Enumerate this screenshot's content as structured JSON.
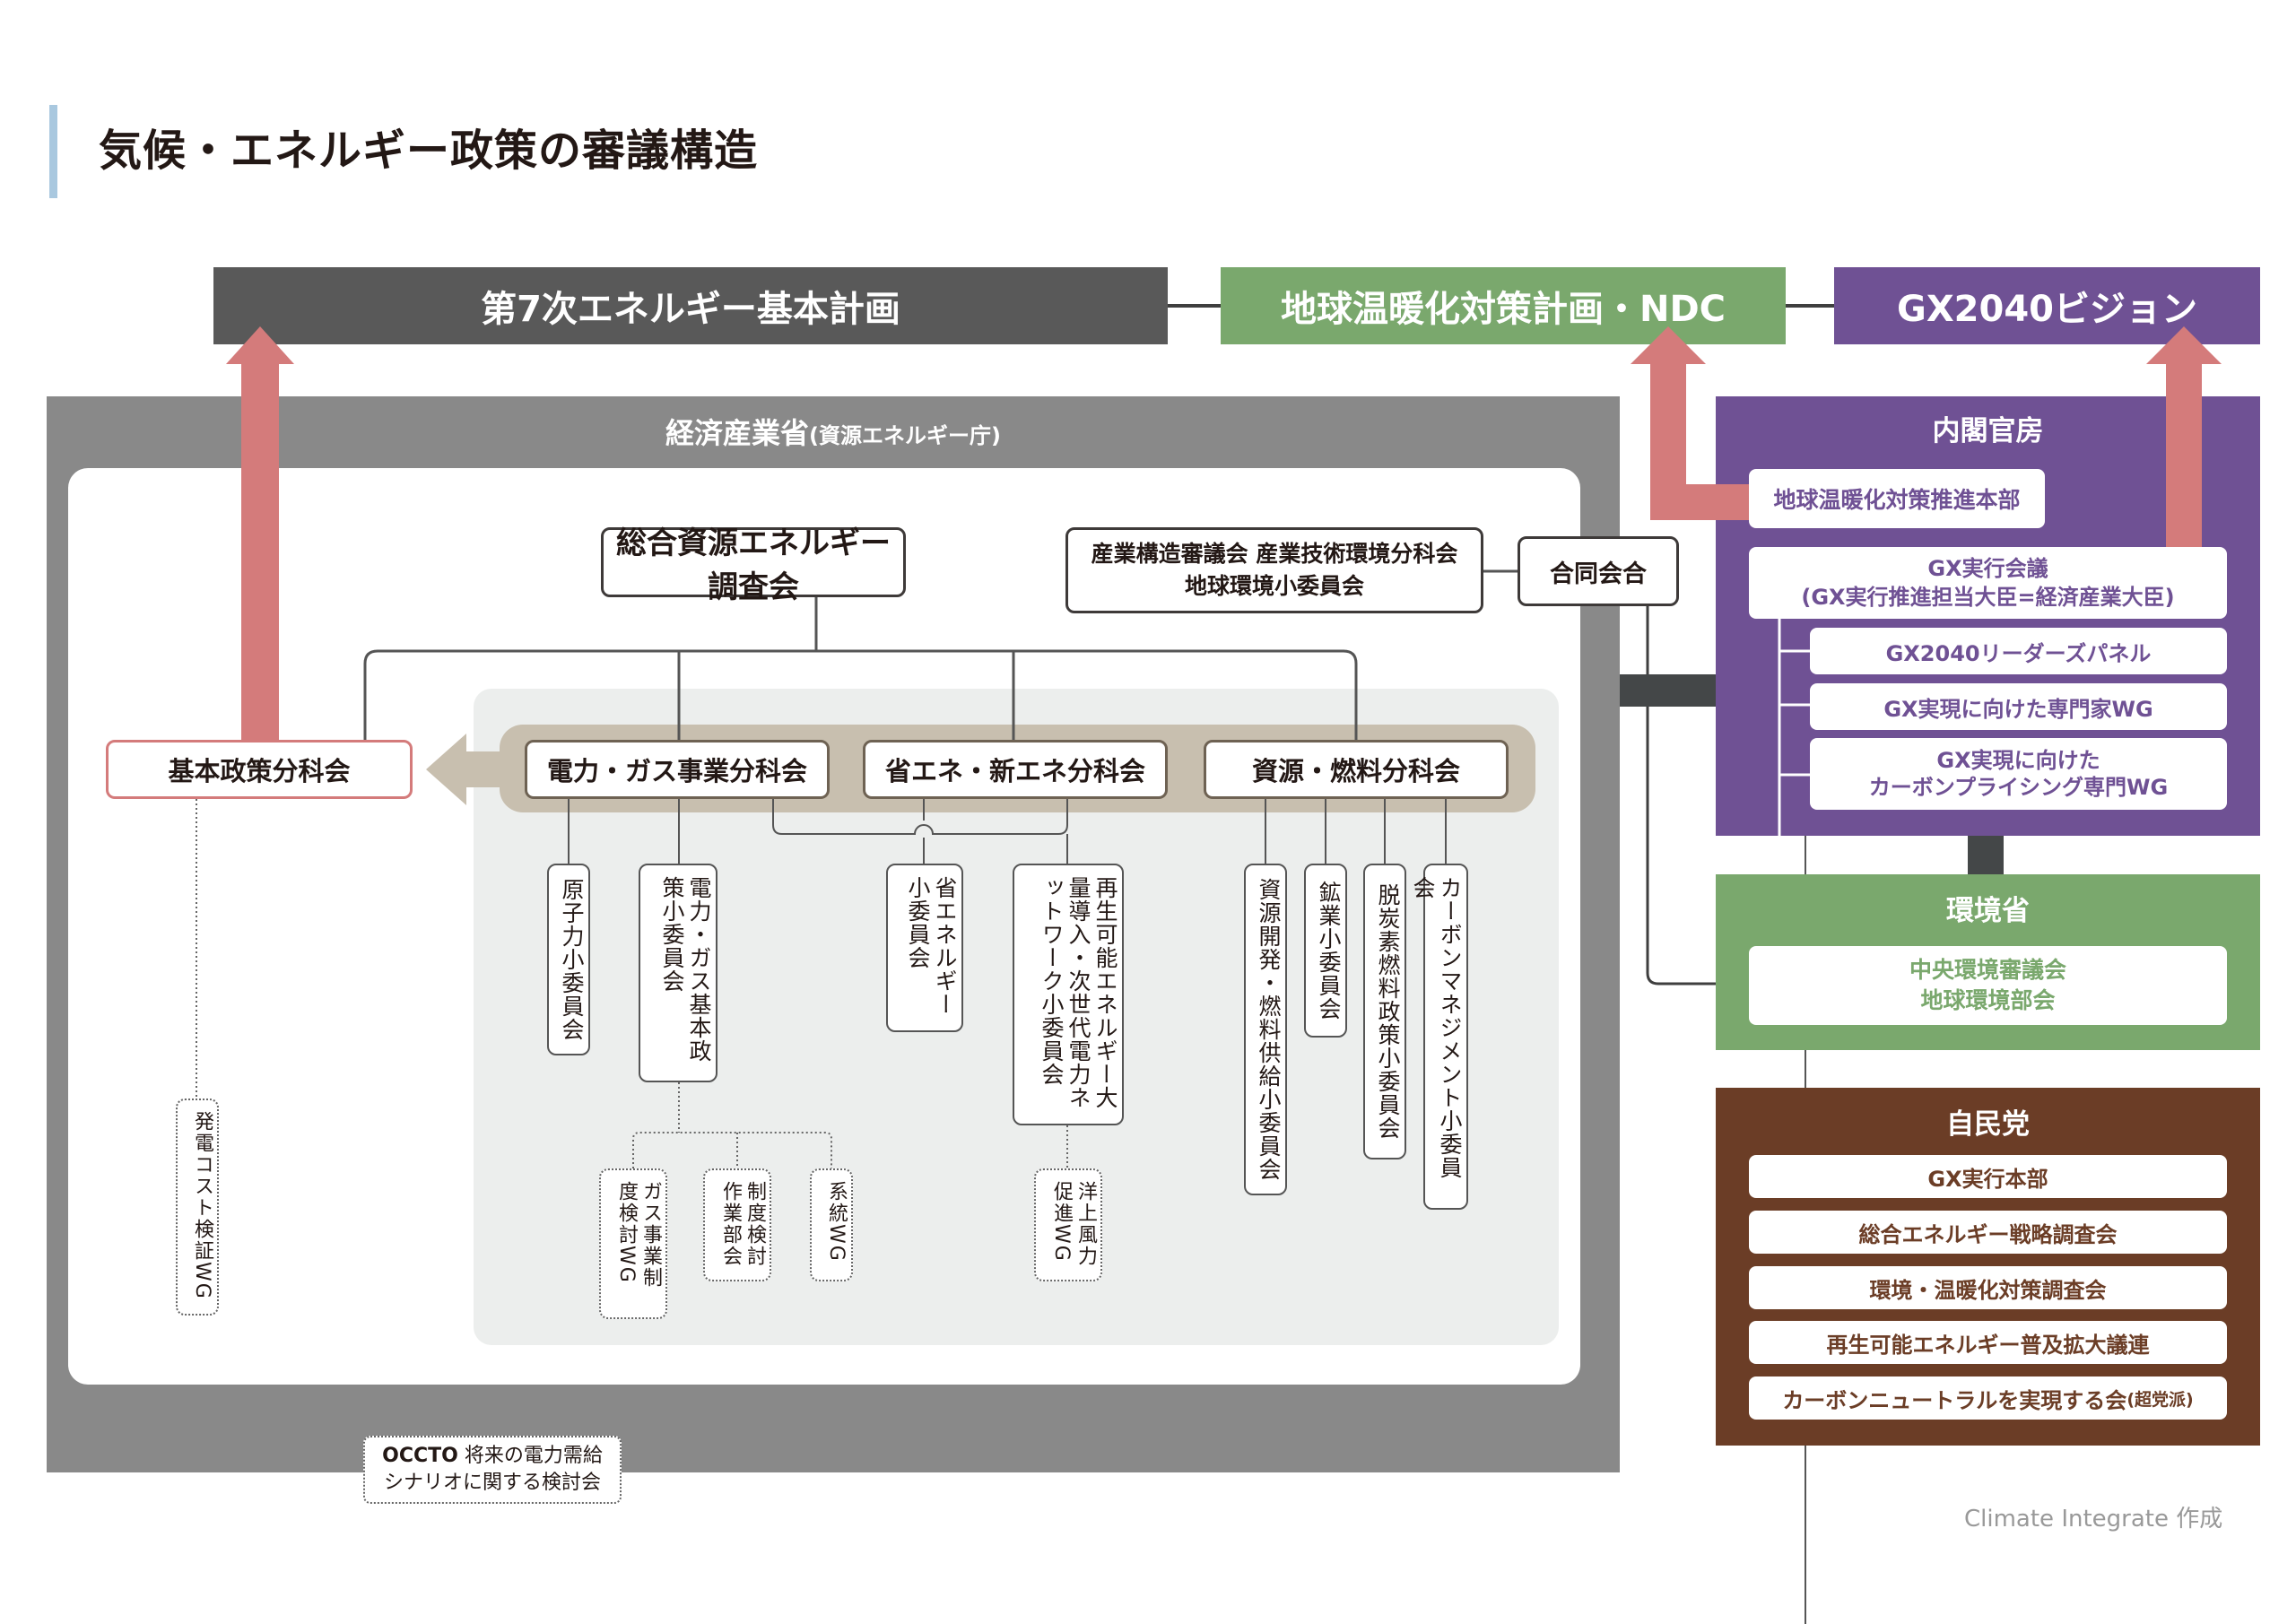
{
  "page_title": "気候・エネルギー政策の審議構造",
  "plans": {
    "energy_plan": "第7次エネルギー基本計画",
    "ndc": "地球温暖化対策計画・NDC",
    "gx_vision": "GX2040ビジョン"
  },
  "meti": {
    "title": "経済産業省",
    "subtitle": "(資源エネルギー庁)",
    "main_council": "総合資源エネルギー調査会",
    "industrial_council_line1": "産業構造審議会 産業技術環境分科会",
    "industrial_council_line2": "地球環境小委員会",
    "joint_meeting": "合同会合",
    "basic_policy": "基本政策分科会",
    "subcommittees": [
      "電力・ガス事業分科会",
      "省エネ・新エネ分科会",
      "資源・燃料分科会"
    ],
    "small_committees": [
      "原子力小委員会",
      "電力・ガス基本政策小委員会",
      "省エネルギー小委員会",
      "再生可能エネルギー大量導入・次世代電力ネットワーク小委員会",
      "資源開発・燃料供給小委員会",
      "鉱業小委員会",
      "脱炭素燃料政策小委員会",
      "カーボンマネジメント小委員会"
    ],
    "working_groups": [
      "発電コスト検証WG",
      "ガス事業制度検討WG",
      "制度検討作業部会",
      "系統WG",
      "洋上風力促進WG"
    ],
    "occto_bold": "OCCTO",
    "occto_line1": " 将来の電力需給",
    "occto_line2": "シナリオに関する検討会"
  },
  "cabinet": {
    "title": "内閣官房",
    "hq": "地球温暖化対策推進本部",
    "gx_council_line1": "GX実行会議",
    "gx_council_line2": "(GX実行推進担当大臣=経済産業大臣)",
    "children": [
      "GX2040リーダーズパネル",
      "GX実現に向けた専門家WG"
    ],
    "cp_wg_line1": "GX実現に向けた",
    "cp_wg_line2": "カーボンプライシング専門WG"
  },
  "moe": {
    "title": "環境省",
    "council_line1": "中央環境審議会",
    "council_line2": "地球環境部会"
  },
  "ldp": {
    "title": "自民党",
    "items": [
      "GX実行本部",
      "総合エネルギー戦略調査会",
      "環境・温暖化対策調査会",
      "再生可能エネルギー普及拡大議連"
    ],
    "last_item": "カーボンニュートラルを実現する会",
    "last_item_note": "(超党派)"
  },
  "credit": "Climate Integrate 作成",
  "colors": {
    "energy_plan": "#595959",
    "ndc": "#7aa86d",
    "gx": "#6f5194",
    "meti": "#898989",
    "arrow": "#d47b7b",
    "ldp": "#6b3d26",
    "tan": "#c8bfaf"
  }
}
